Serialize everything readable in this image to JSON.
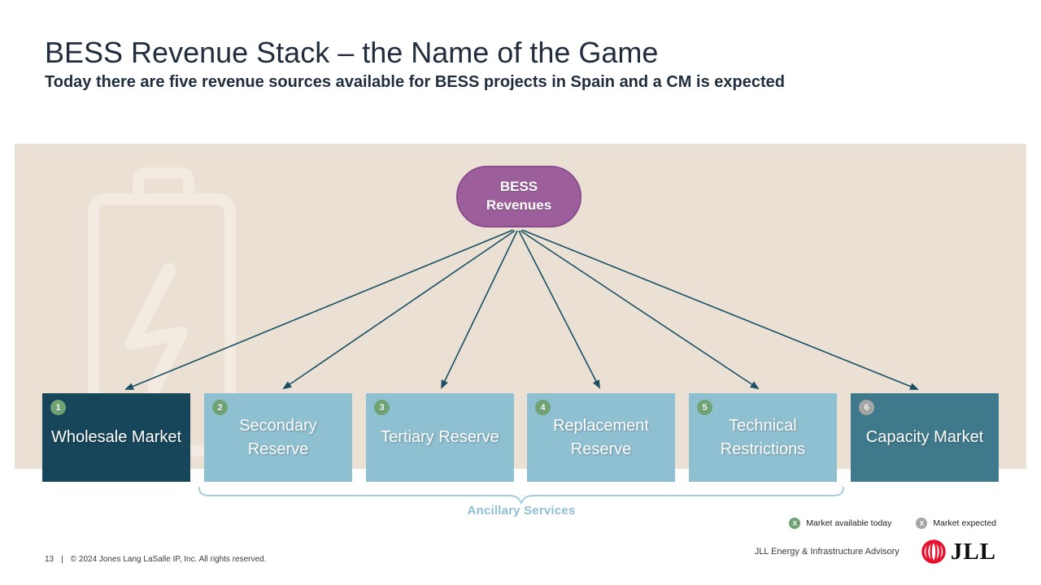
{
  "colors": {
    "panel-bg": "#EAE0D3",
    "watermark": "#F3EBE1",
    "bubble-fill": "#9C5F9C",
    "bubble-border": "#8A4C8D",
    "box-dark": "#17465A",
    "box-light": "#8FC0D2",
    "box-mid": "#3F7A8C",
    "badge-green": "#6FA374",
    "badge-gray": "#A5A5A4",
    "arrow": "#1B5064",
    "brace": "#A6CBDC",
    "group-label": "#8FBFD6",
    "title": "#1F2D3D",
    "jll-red": "#E8112D"
  },
  "header": {
    "title": "BESS Revenue Stack – the Name of the Game",
    "subtitle": "Today there are five revenue sources available for BESS projects in Spain and a CM is expected"
  },
  "diagram": {
    "root_label": "BESS Revenues",
    "boxes": [
      {
        "number": "1",
        "label": "Wholesale Market",
        "status": "available"
      },
      {
        "number": "2",
        "label": "Secondary Reserve",
        "status": "available"
      },
      {
        "number": "3",
        "label": "Tertiary Reserve",
        "status": "available"
      },
      {
        "number": "4",
        "label": "Replacement Reserve",
        "status": "available"
      },
      {
        "number": "5",
        "label": "Technical Restrictions",
        "status": "available"
      },
      {
        "number": "6",
        "label": "Capacity Market",
        "status": "expected"
      }
    ],
    "group_label": "Ancillary Services"
  },
  "legend": {
    "available": {
      "symbol": "X",
      "label": "Market available today"
    },
    "expected": {
      "symbol": "X",
      "label": "Market expected"
    }
  },
  "footer": {
    "page_number": "13",
    "separator": "|",
    "copyright": "© 2024 Jones Lang LaSalle IP, Inc. All rights reserved.",
    "department": "JLL Energy & Infrastructure Advisory",
    "logo_text": "JLL"
  }
}
